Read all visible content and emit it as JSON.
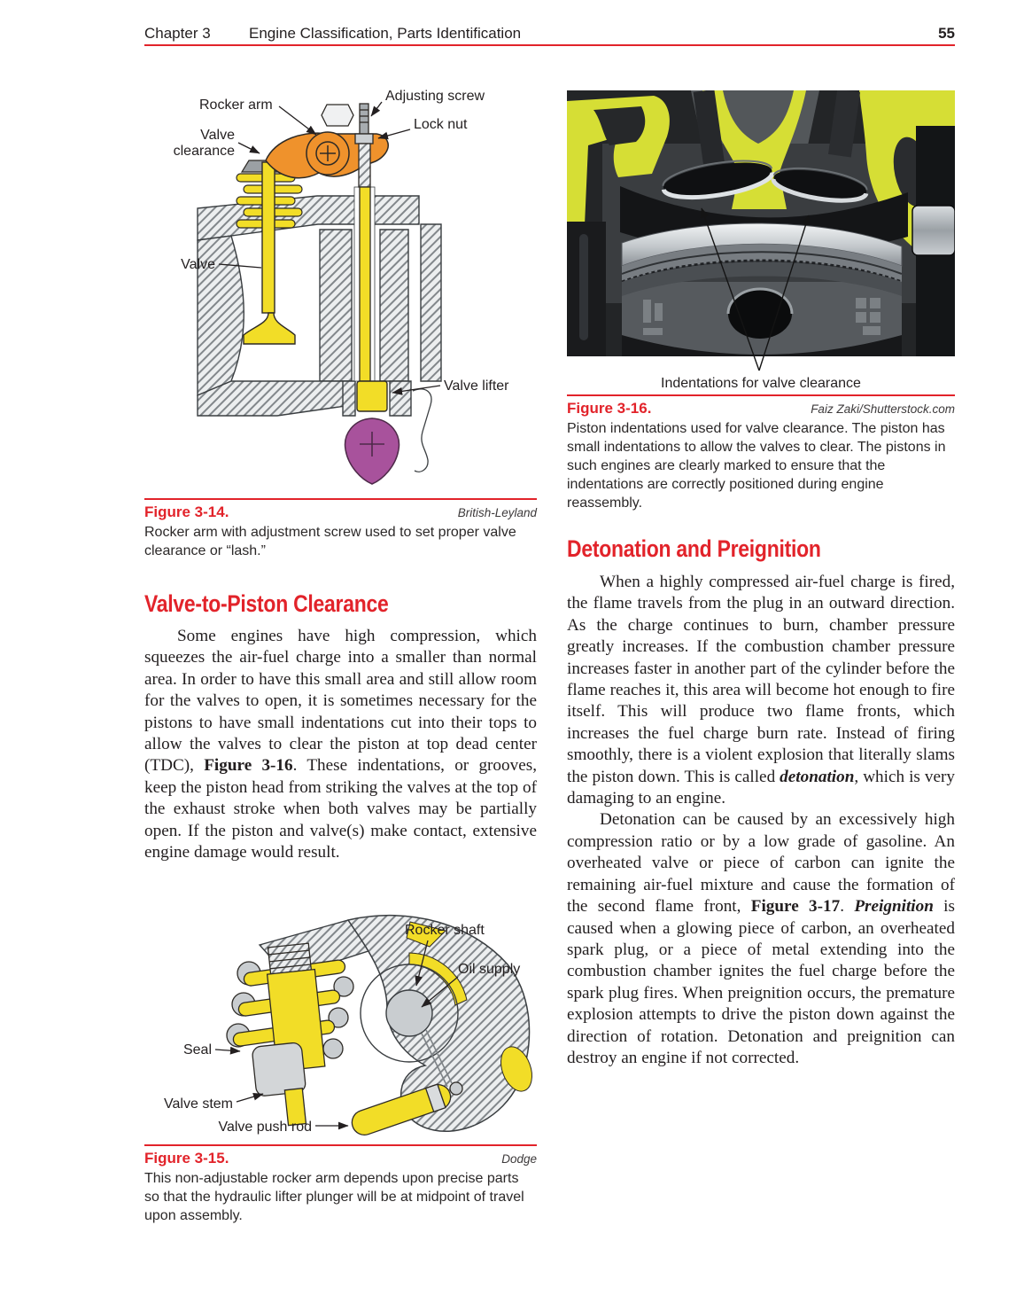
{
  "colors": {
    "accent_red": "#e2232a",
    "diagram_yellow": "#f2dd27",
    "diagram_orange": "#ef922c",
    "diagram_purple": "#a8529c",
    "photo_highlight": "#d6de35"
  },
  "header": {
    "chapter": "Chapter 3",
    "title": "Engine Classification, Parts Identification",
    "page_number": "55"
  },
  "left_column": {
    "figure_3_14": {
      "labels": {
        "rocker_arm": "Rocker arm",
        "adjusting_screw": "Adjusting screw",
        "lock_nut": "Lock nut",
        "valve_clearance_1": "Valve",
        "valve_clearance_2": "clearance",
        "valve": "Valve",
        "valve_lifter": "Valve lifter"
      },
      "name": "Figure 3-14.",
      "credit": "British-Leyland",
      "caption": "Rocker arm with adjustment screw used to set proper valve clearance or “lash.”"
    },
    "section": {
      "heading": "Valve-to-Piston Clearance",
      "paragraph_parts": [
        "Some engines have high compression, which squeezes the air-fuel charge into a smaller than normal area. In order to have this small area and still allow room for the valves to open, it is sometimes necessary for the pistons to have small indentations cut into their tops to allow the valves to clear the piston at top dead center (TDC), ",
        "Figure 3-16",
        ". These indentations, or grooves, keep the piston head from striking the valves at the top of the exhaust stroke when both valves may be partially open. If the piston and valve(s) make contact, extensive engine damage would result."
      ]
    },
    "figure_3_15": {
      "labels": {
        "rocker_shaft": "Rocker shaft",
        "oil_supply": "Oil supply",
        "seal": "Seal",
        "valve_stem": "Valve stem",
        "valve_push_rod": "Valve push rod"
      },
      "name": "Figure 3-15.",
      "credit": "Dodge",
      "caption": "This non-adjustable rocker arm depends upon precise parts so that the hydraulic lifter plunger will be at midpoint of travel upon assembly."
    }
  },
  "right_column": {
    "figure_3_16": {
      "photo_label": "Indentations for valve clearance",
      "name": "Figure 3-16.",
      "credit": "Faiz Zaki/Shutterstock.com",
      "caption": "Piston indentations used for valve clearance. The piston has small indentations to allow the valves to clear. The pistons in such engines are clearly marked to ensure that the indentations are correctly positioned during engine reassembly."
    },
    "section": {
      "heading": "Detonation and Preignition",
      "paragraph1_parts": [
        "When a highly compressed air-fuel charge is fired, the flame travels from the plug in an outward direction. As the charge continues to burn, chamber pressure greatly increases. If the combustion chamber pressure increases faster in another part of the cylinder before the flame reaches it, this area will become hot enough to fire itself. This will produce two flame fronts, which increases the fuel charge burn rate. Instead of firing smoothly, there is a violent explosion that literally slams the piston down. This is called ",
        "detonation",
        ", which is very damaging to an engine."
      ],
      "paragraph2_parts": [
        "Detonation can be caused by an excessively high compression ratio or by a low grade of gasoline. An overheated valve or piece of carbon can ignite the remaining air-fuel mixture and cause the formation of the second flame front, ",
        "Figure 3-17",
        ". ",
        "Preignition",
        " is caused when a glowing piece of carbon, an overheated spark plug, or a piece of metal extending into the combustion chamber ignites the fuel charge before the spark plug fires. When preignition occurs, the premature explosion attempts to drive the piston down against the direction of rotation. Detonation and preignition can destroy an engine if not corrected."
      ]
    }
  }
}
